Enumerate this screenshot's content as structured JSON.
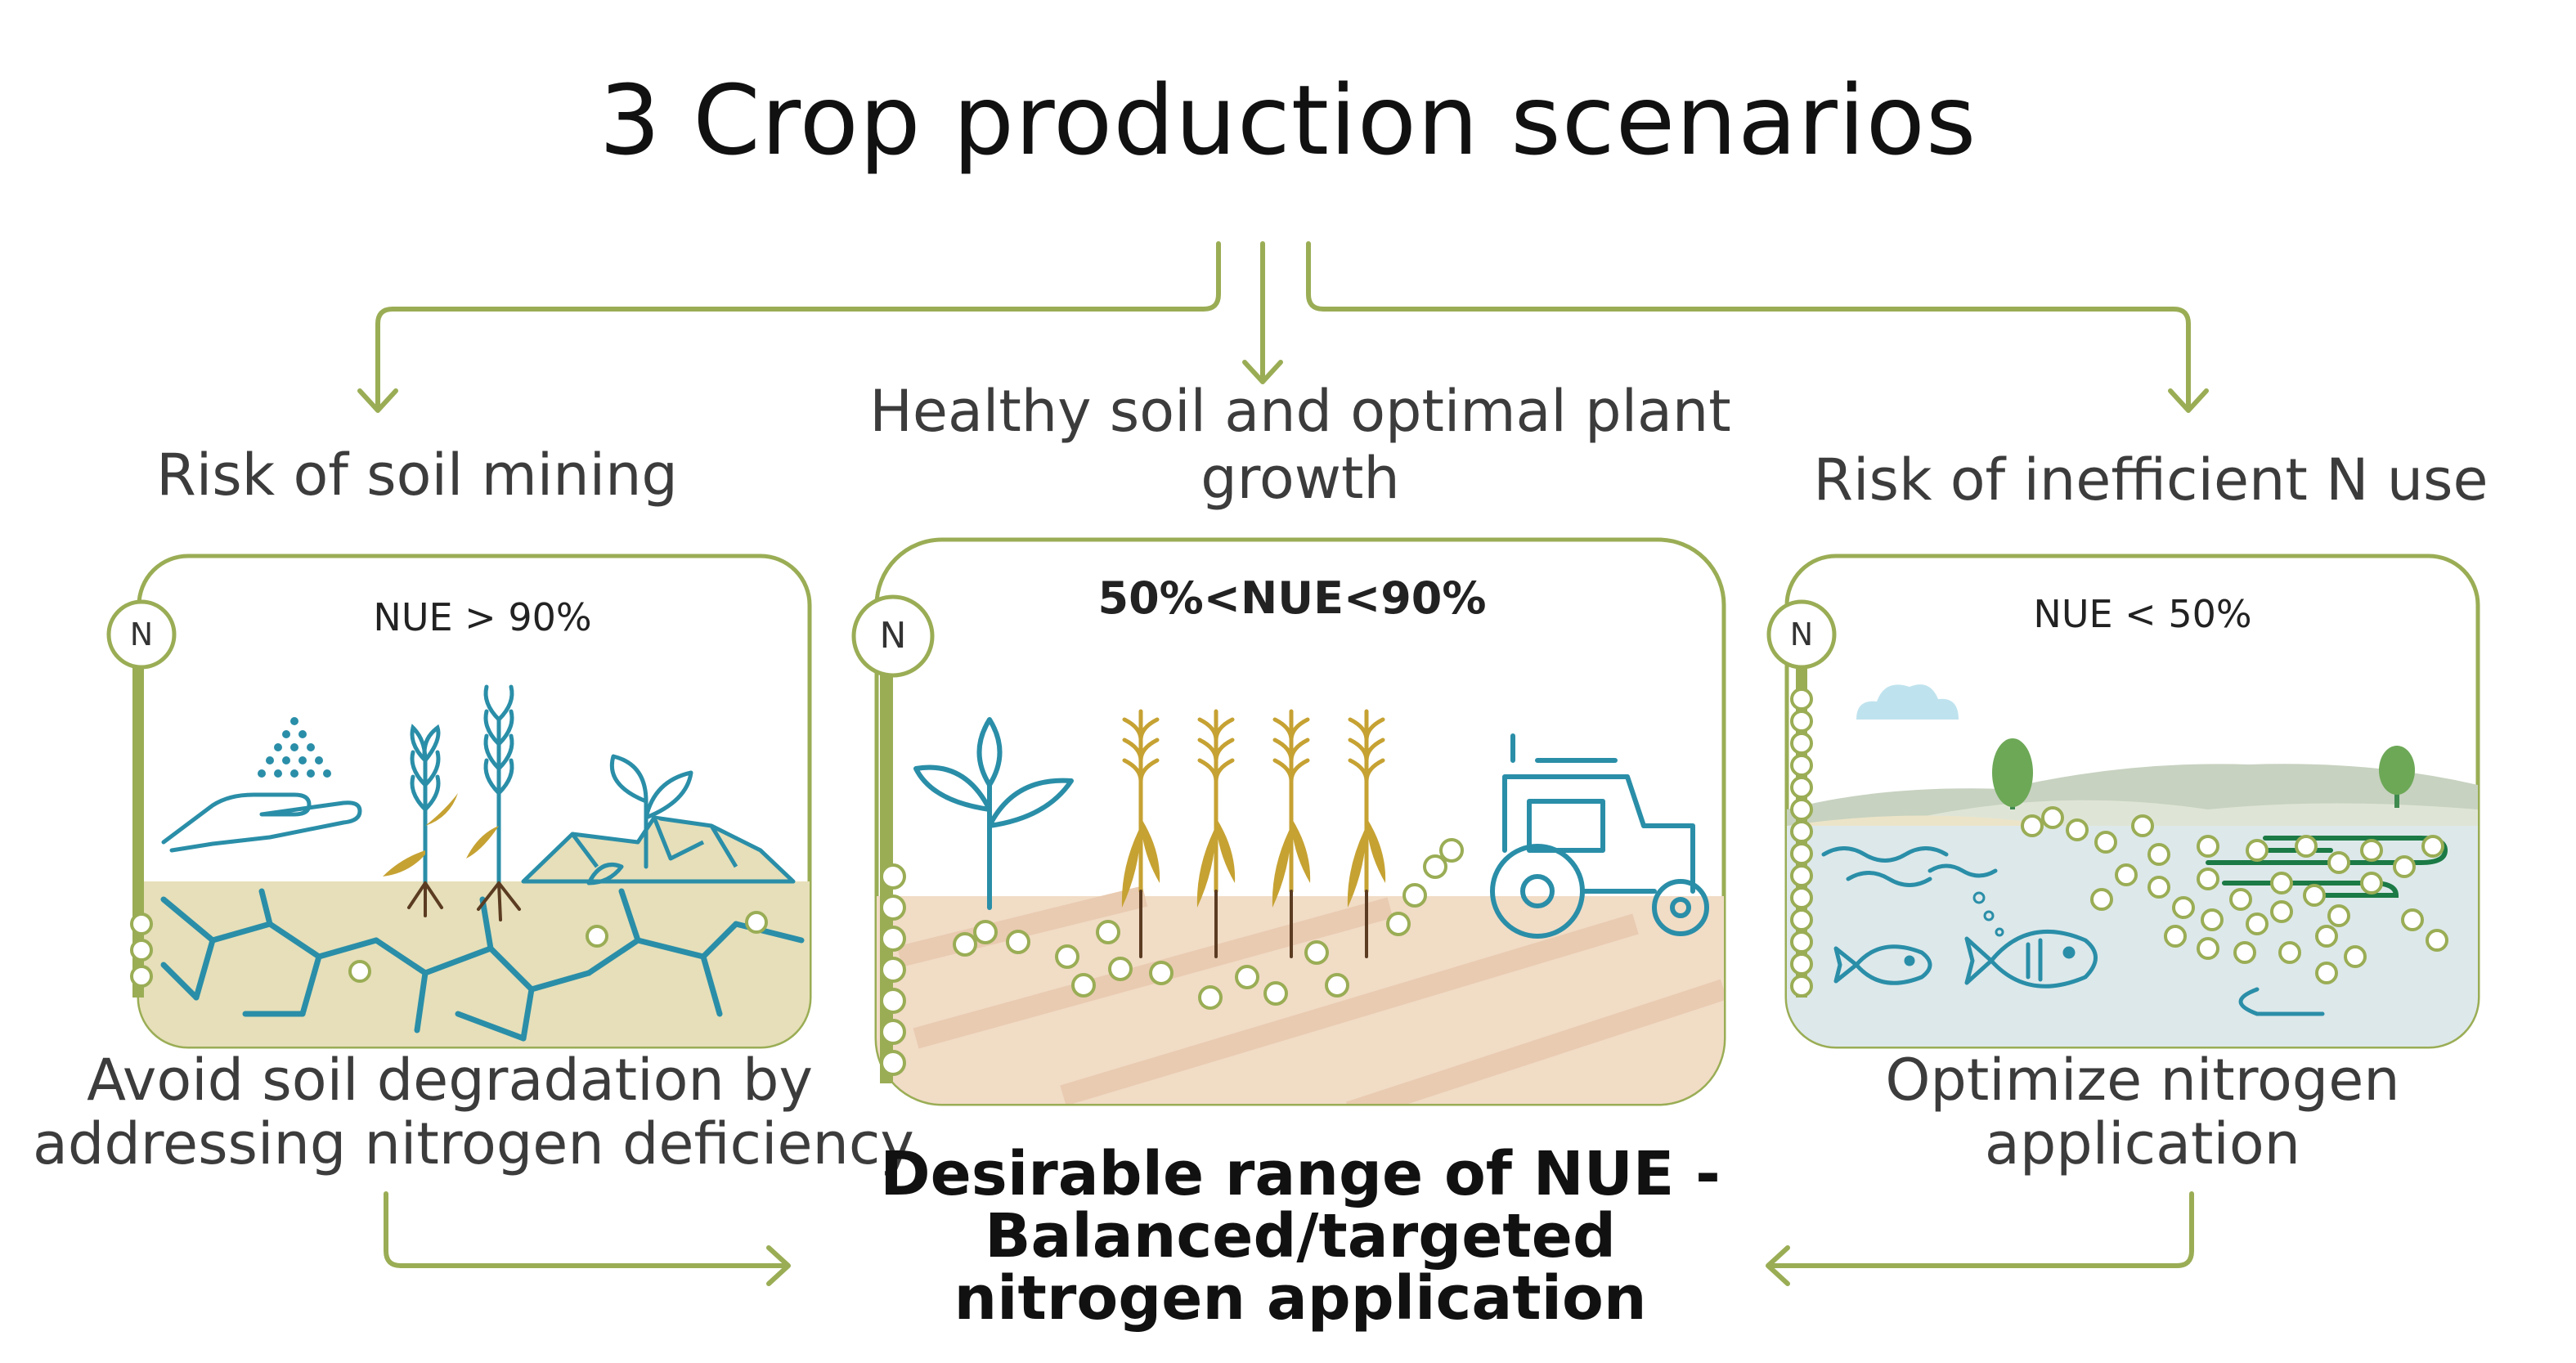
{
  "title": "3 Crop production scenarios",
  "nutrient_label": "N",
  "scenarios": [
    {
      "heading": "Risk of soil mining",
      "nue": "NUE > 90%",
      "caption_lines": [
        "Avoid soil degradation by",
        "addressing nitrogen deficiency"
      ]
    },
    {
      "heading_lines": [
        "Healthy soil and optimal plant",
        "growth"
      ],
      "nue": "50%<NUE<90%"
    },
    {
      "heading": "Risk of inefficient N use",
      "nue": "NUE < 50%",
      "caption_lines": [
        "Optimize nitrogen",
        "application"
      ]
    }
  ],
  "conclusion_lines": [
    "Desirable range of NUE -",
    "Balanced/targeted",
    "nitrogen application"
  ],
  "colors": {
    "accent_green": "#9aad55",
    "dark_green": "#1b7a45",
    "teal": "#2a8ea8",
    "soil_left": "#e6dfb9",
    "soil_center": "#f1dcc6",
    "water": "#dde8ea",
    "wheat": "#c6a233"
  }
}
